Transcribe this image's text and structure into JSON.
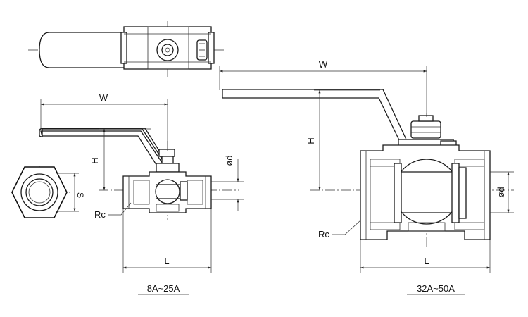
{
  "labels": {
    "small_W": "W",
    "small_H": "H",
    "small_L": "L",
    "small_S": "S",
    "small_od": "ød",
    "small_Rc": "Rc",
    "small_caption": "8A~25A",
    "large_W": "W",
    "large_H": "H",
    "large_L": "L",
    "large_od": "ød",
    "large_Rc": "Rc",
    "large_caption": "32A~50A"
  },
  "colors": {
    "line": "#1a1a1a",
    "background": "#ffffff"
  }
}
